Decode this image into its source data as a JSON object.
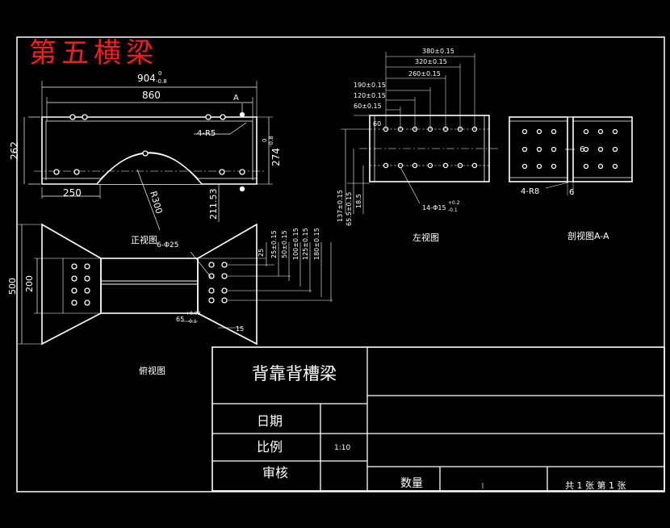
{
  "drawing_title": "第五横梁",
  "front_view": {
    "label": "正视图",
    "dim_overall": "904",
    "dim_overall_tol_upper": "0",
    "dim_overall_tol_lower": "-0.8",
    "dim_inner": "860",
    "dim_height": "262",
    "dim_right_height": "274",
    "dim_right_tol_upper": "0",
    "dim_right_tol_lower": "-0.8",
    "dim_bottom_left": "250",
    "dim_radius": "R300",
    "dim_arc_height": "211.53",
    "hole_note": "4-R5",
    "section_mark": "A"
  },
  "left_view": {
    "label": "左视图",
    "dim_380": "380±0.15",
    "dim_320": "320±0.15",
    "dim_260": "260±0.15",
    "dim_190": "190±0.15",
    "dim_120": "120±0.15",
    "dim_60": "60±0.15",
    "dim_60b": "60",
    "dim_v1": "137±0.15",
    "dim_v2": "65.5±0.15",
    "dim_v3": "18.5",
    "hole_note": "14-Φ15",
    "hole_tol_upper": "+0.2",
    "hole_tol_lower": "-0.1"
  },
  "section_view": {
    "label": "剖视图A-A",
    "dim_gap": "6",
    "dim_gap2": "6",
    "radius_note": "4-R8"
  },
  "top_view": {
    "label": "俯视图",
    "dim_500": "500",
    "dim_200": "200",
    "hole_note": "6-Φ25",
    "dim_65": "65",
    "dim_65_tol_upper": "+0.03",
    "dim_65_tol_lower": "-0.1",
    "dim_25": "25",
    "dim_25b": "25±0.15",
    "dim_50": "50±0.15",
    "dim_100": "100±0.15",
    "dim_125": "125±0.15",
    "dim_180": "180±0.15",
    "dim_15": "15"
  },
  "title_block": {
    "part_name": "背靠背槽梁",
    "row_date": "日期",
    "row_scale": "比例",
    "scale_value": "1:10",
    "row_review": "审核",
    "quantity_label": "数量",
    "sheet_info": "共 1 张 第 1 张"
  },
  "colors": {
    "background": "#000000",
    "lines": "#ffffff",
    "title_red": "#ff1a1a"
  }
}
